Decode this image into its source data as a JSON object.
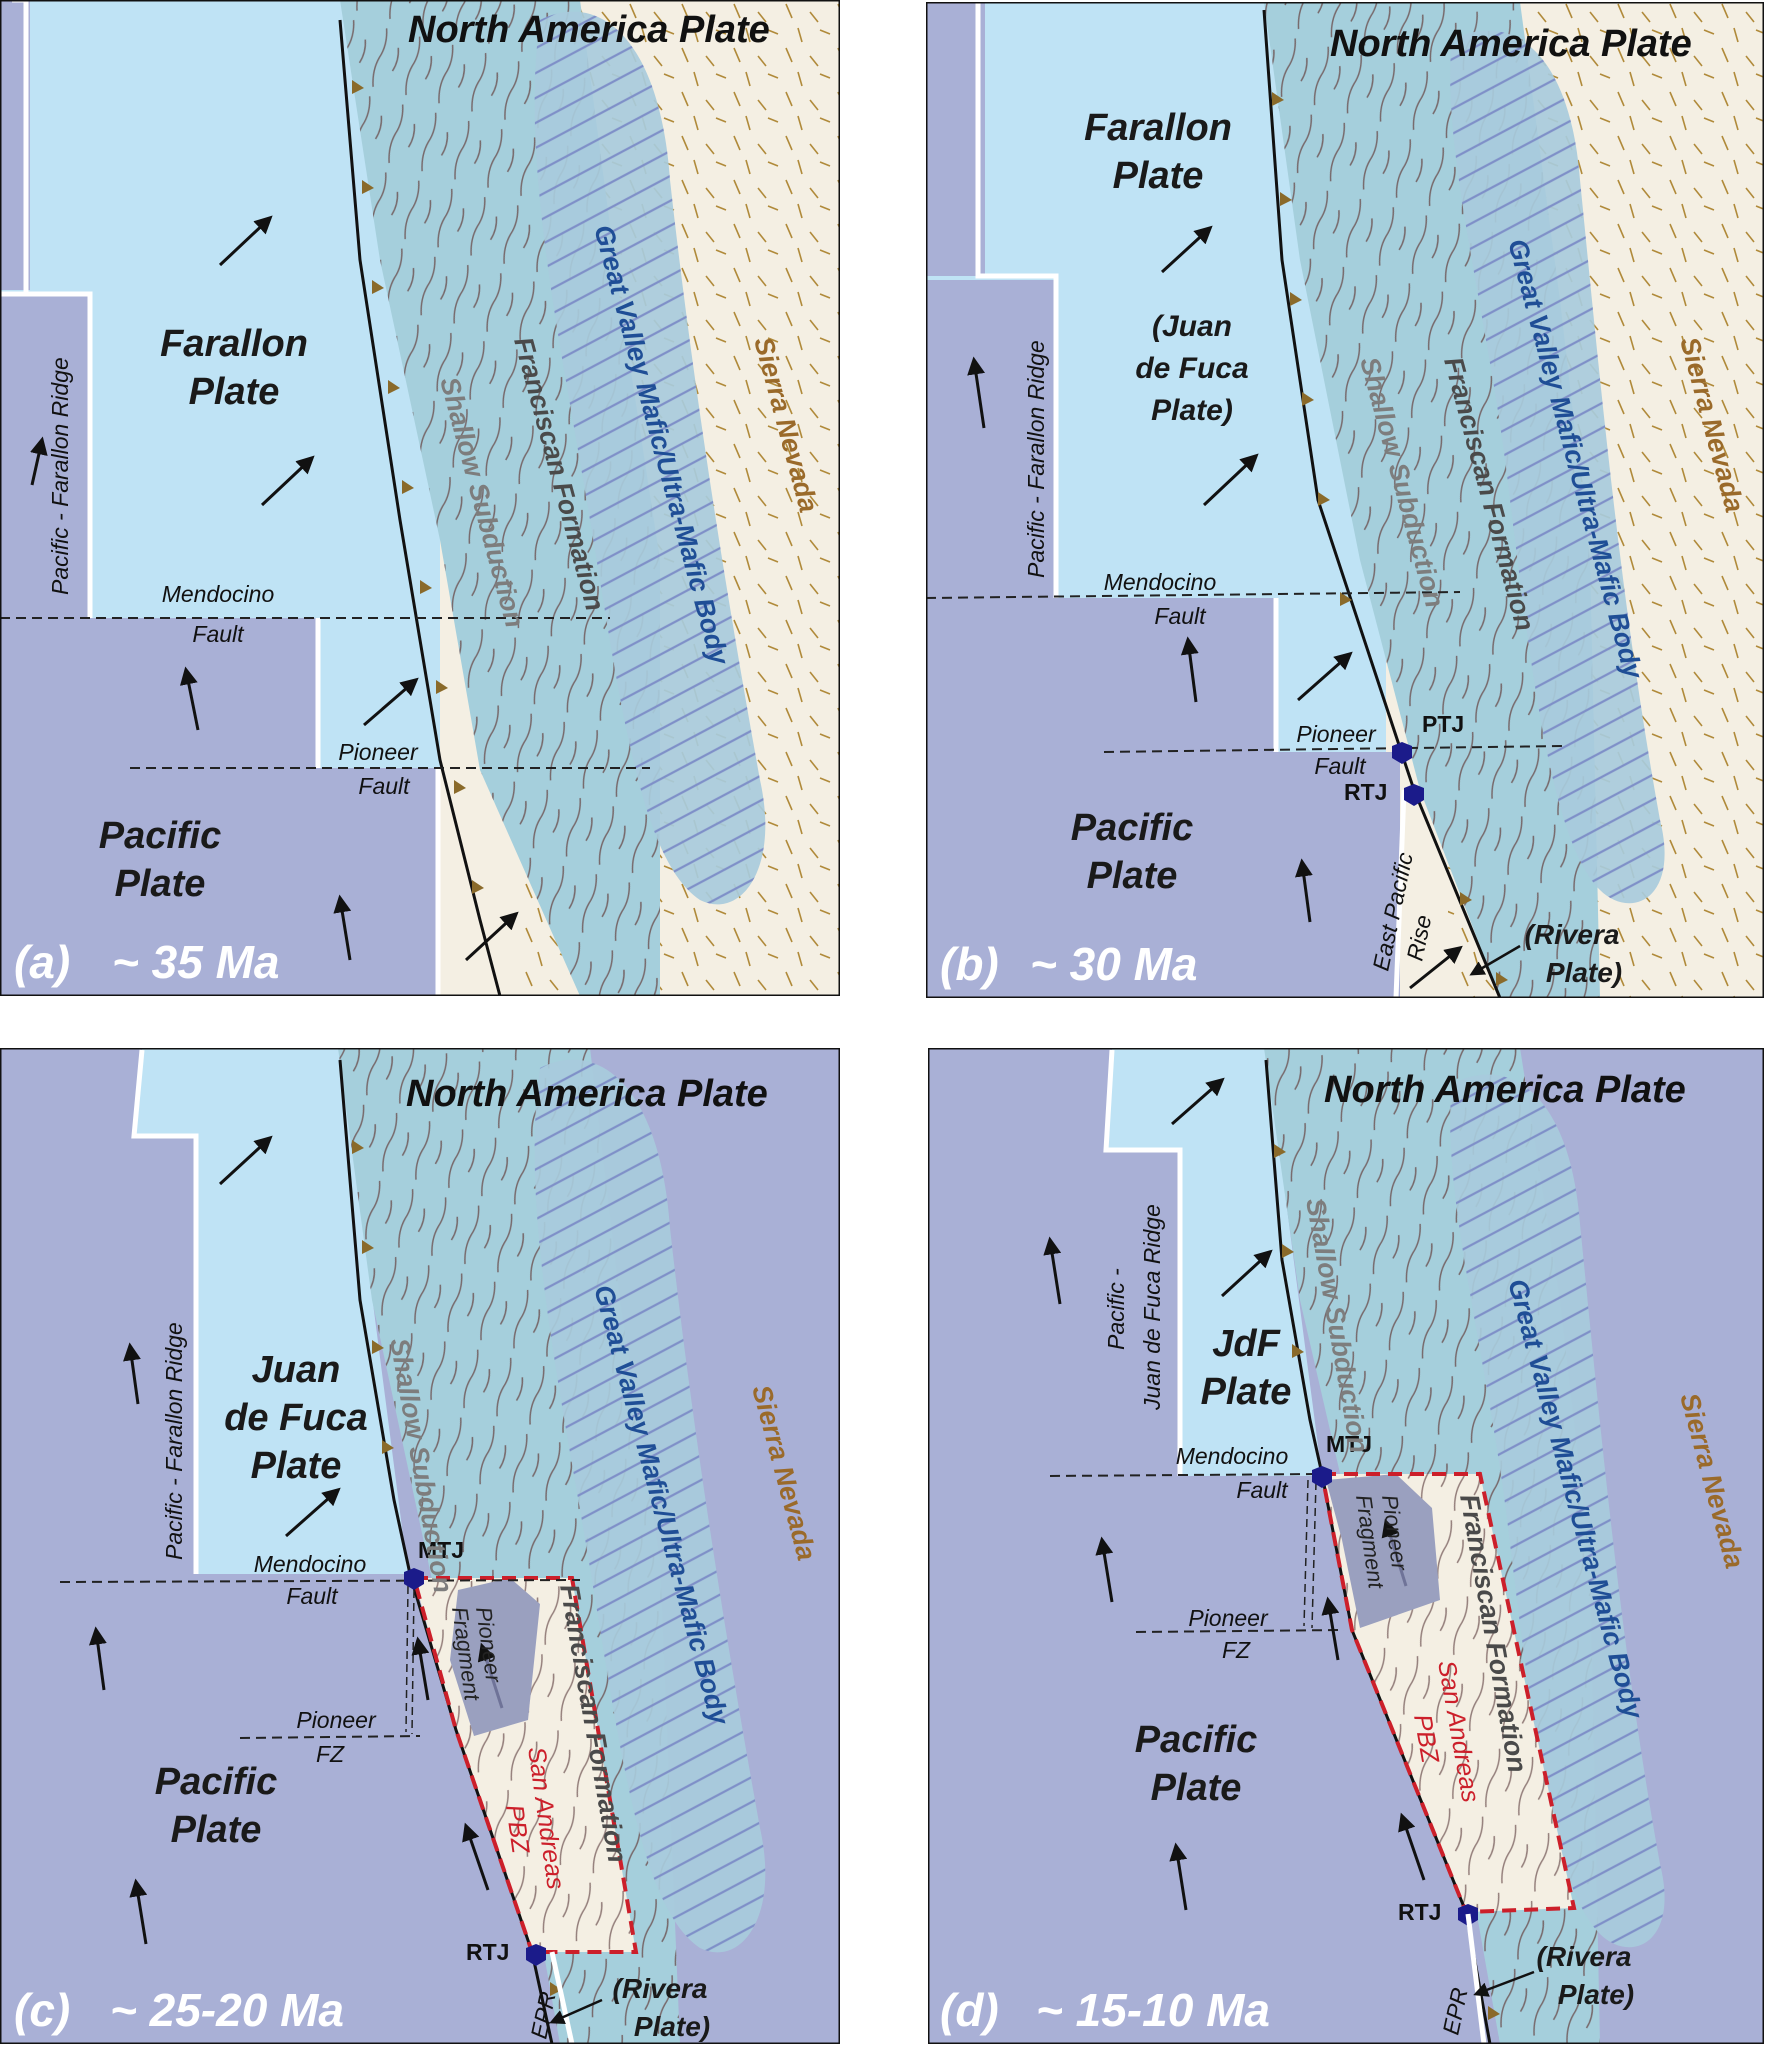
{
  "colors": {
    "pacific": "#a9b0d6",
    "farallon": "#bfe3f5",
    "continent": "#f4efe3",
    "franciscan": "#a5cfdc",
    "mafic": "#a8cbdc",
    "san_andreas_zone": "#cc1f2a",
    "junction": "#1b1b8a",
    "fragment": "#9aa0bf"
  },
  "panels": [
    {
      "id": "a",
      "label": "(a)",
      "age": "~ 35 Ma",
      "north_america": "North America Plate",
      "oceanic_plate": [
        "Farallon",
        "Plate"
      ],
      "pacific_plate": [
        "Pacific",
        "Plate"
      ],
      "ridge": "Pacific - Farallon Ridge",
      "mendocino": [
        "Mendocino",
        "Fault"
      ],
      "pioneer": [
        "Pioneer",
        "Fault"
      ],
      "shallow": "Shallow Subduction",
      "franciscan": "Franciscan Formation",
      "mafic": "Great Valley Mafic/Ultra-Mafic Body",
      "sierra": "Sierra Nevada"
    },
    {
      "id": "b",
      "label": "(b)",
      "age": "~ 30 Ma",
      "north_america": "North America Plate",
      "oceanic_plate": [
        "Farallon",
        "Plate"
      ],
      "oceanic_plate_alt": [
        "(Juan",
        "de Fuca",
        "Plate)"
      ],
      "pacific_plate": [
        "Pacific",
        "Plate"
      ],
      "ridge": "Pacific - Farallon Ridge",
      "mendocino": [
        "Mendocino",
        "Fault"
      ],
      "pioneer": [
        "Pioneer",
        "Fault"
      ],
      "ptj": "PTJ",
      "rtj": "RTJ",
      "epr": [
        "East Pacific",
        "Rise"
      ],
      "rivera": [
        "(Rivera",
        "Plate)"
      ],
      "shallow": "Shallow Subduction",
      "franciscan": "Franciscan Formation",
      "mafic": "Great Valley Mafic/Ultra-Mafic Body",
      "sierra": "Sierra Nevada"
    },
    {
      "id": "c",
      "label": "(c)",
      "age": "~ 25-20 Ma",
      "north_america": "North America Plate",
      "oceanic_plate": [
        "Juan",
        "de Fuca",
        "Plate"
      ],
      "pacific_plate": [
        "Pacific",
        "Plate"
      ],
      "ridge": "Pacific - Farallon Ridge",
      "mendocino": [
        "Mendocino",
        "Fault"
      ],
      "pioneer": [
        "Pioneer",
        "FZ"
      ],
      "mtj": "MTJ",
      "rtj": "RTJ",
      "epr": "EPR",
      "rivera": [
        "(Rivera",
        "Plate)"
      ],
      "fragment": [
        "Pioneer",
        "Fragment"
      ],
      "pbz": [
        "San Andreas",
        "PBZ"
      ],
      "shallow": "Shallow Subduction",
      "franciscan": "Franciscan Formation",
      "mafic": "Great Valley Mafic/Ultra-Mafic Body",
      "sierra": "Sierra Nevada"
    },
    {
      "id": "d",
      "label": "(d)",
      "age": "~ 15-10 Ma",
      "north_america": "North America Plate",
      "oceanic_plate": [
        "JdF",
        "Plate"
      ],
      "pacific_plate": [
        "Pacific",
        "Plate"
      ],
      "ridge": [
        "Pacific -",
        "Juan de Fuca Ridge"
      ],
      "mendocino": [
        "Mendocino",
        "Fault"
      ],
      "pioneer": [
        "Pioneer",
        "FZ"
      ],
      "mtj": "MTJ",
      "rtj": "RTJ",
      "epr": "EPR",
      "rivera": [
        "(Rivera",
        "Plate)"
      ],
      "fragment": [
        "Pioneer",
        "Fragment"
      ],
      "pbz": [
        "San Andreas",
        "PBZ"
      ],
      "shallow": "Shallow Subduction",
      "franciscan": "Franciscan Formation",
      "mafic": "Great Valley Mafic/Ultra-Mafic Body",
      "sierra": "Sierra Nevada"
    }
  ]
}
